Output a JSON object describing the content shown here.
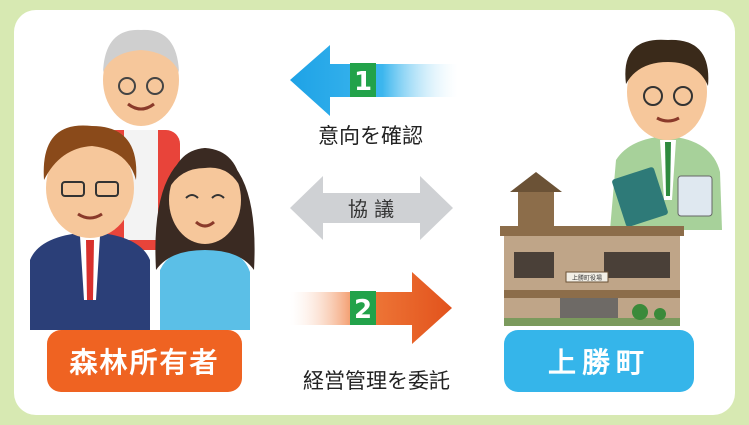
{
  "steps": [
    {
      "number": "1",
      "label": "意向を確認",
      "direction": "left",
      "color": "#22a7e8"
    },
    {
      "number": "2",
      "label": "経営管理を委託",
      "direction": "right",
      "color": "#e9581d"
    }
  ],
  "middle_label": "協 議",
  "parties": {
    "owners": {
      "label": "森林所有者",
      "color": "#ef6322"
    },
    "town": {
      "label": "上勝町",
      "color": "#35b5ea"
    }
  },
  "building_sign": "上勝町役場",
  "colors": {
    "background": "#d7e9b2",
    "panel": "#ffffff",
    "number_badge": "#22a24a",
    "gray_arrow": "#cfd1d4"
  }
}
